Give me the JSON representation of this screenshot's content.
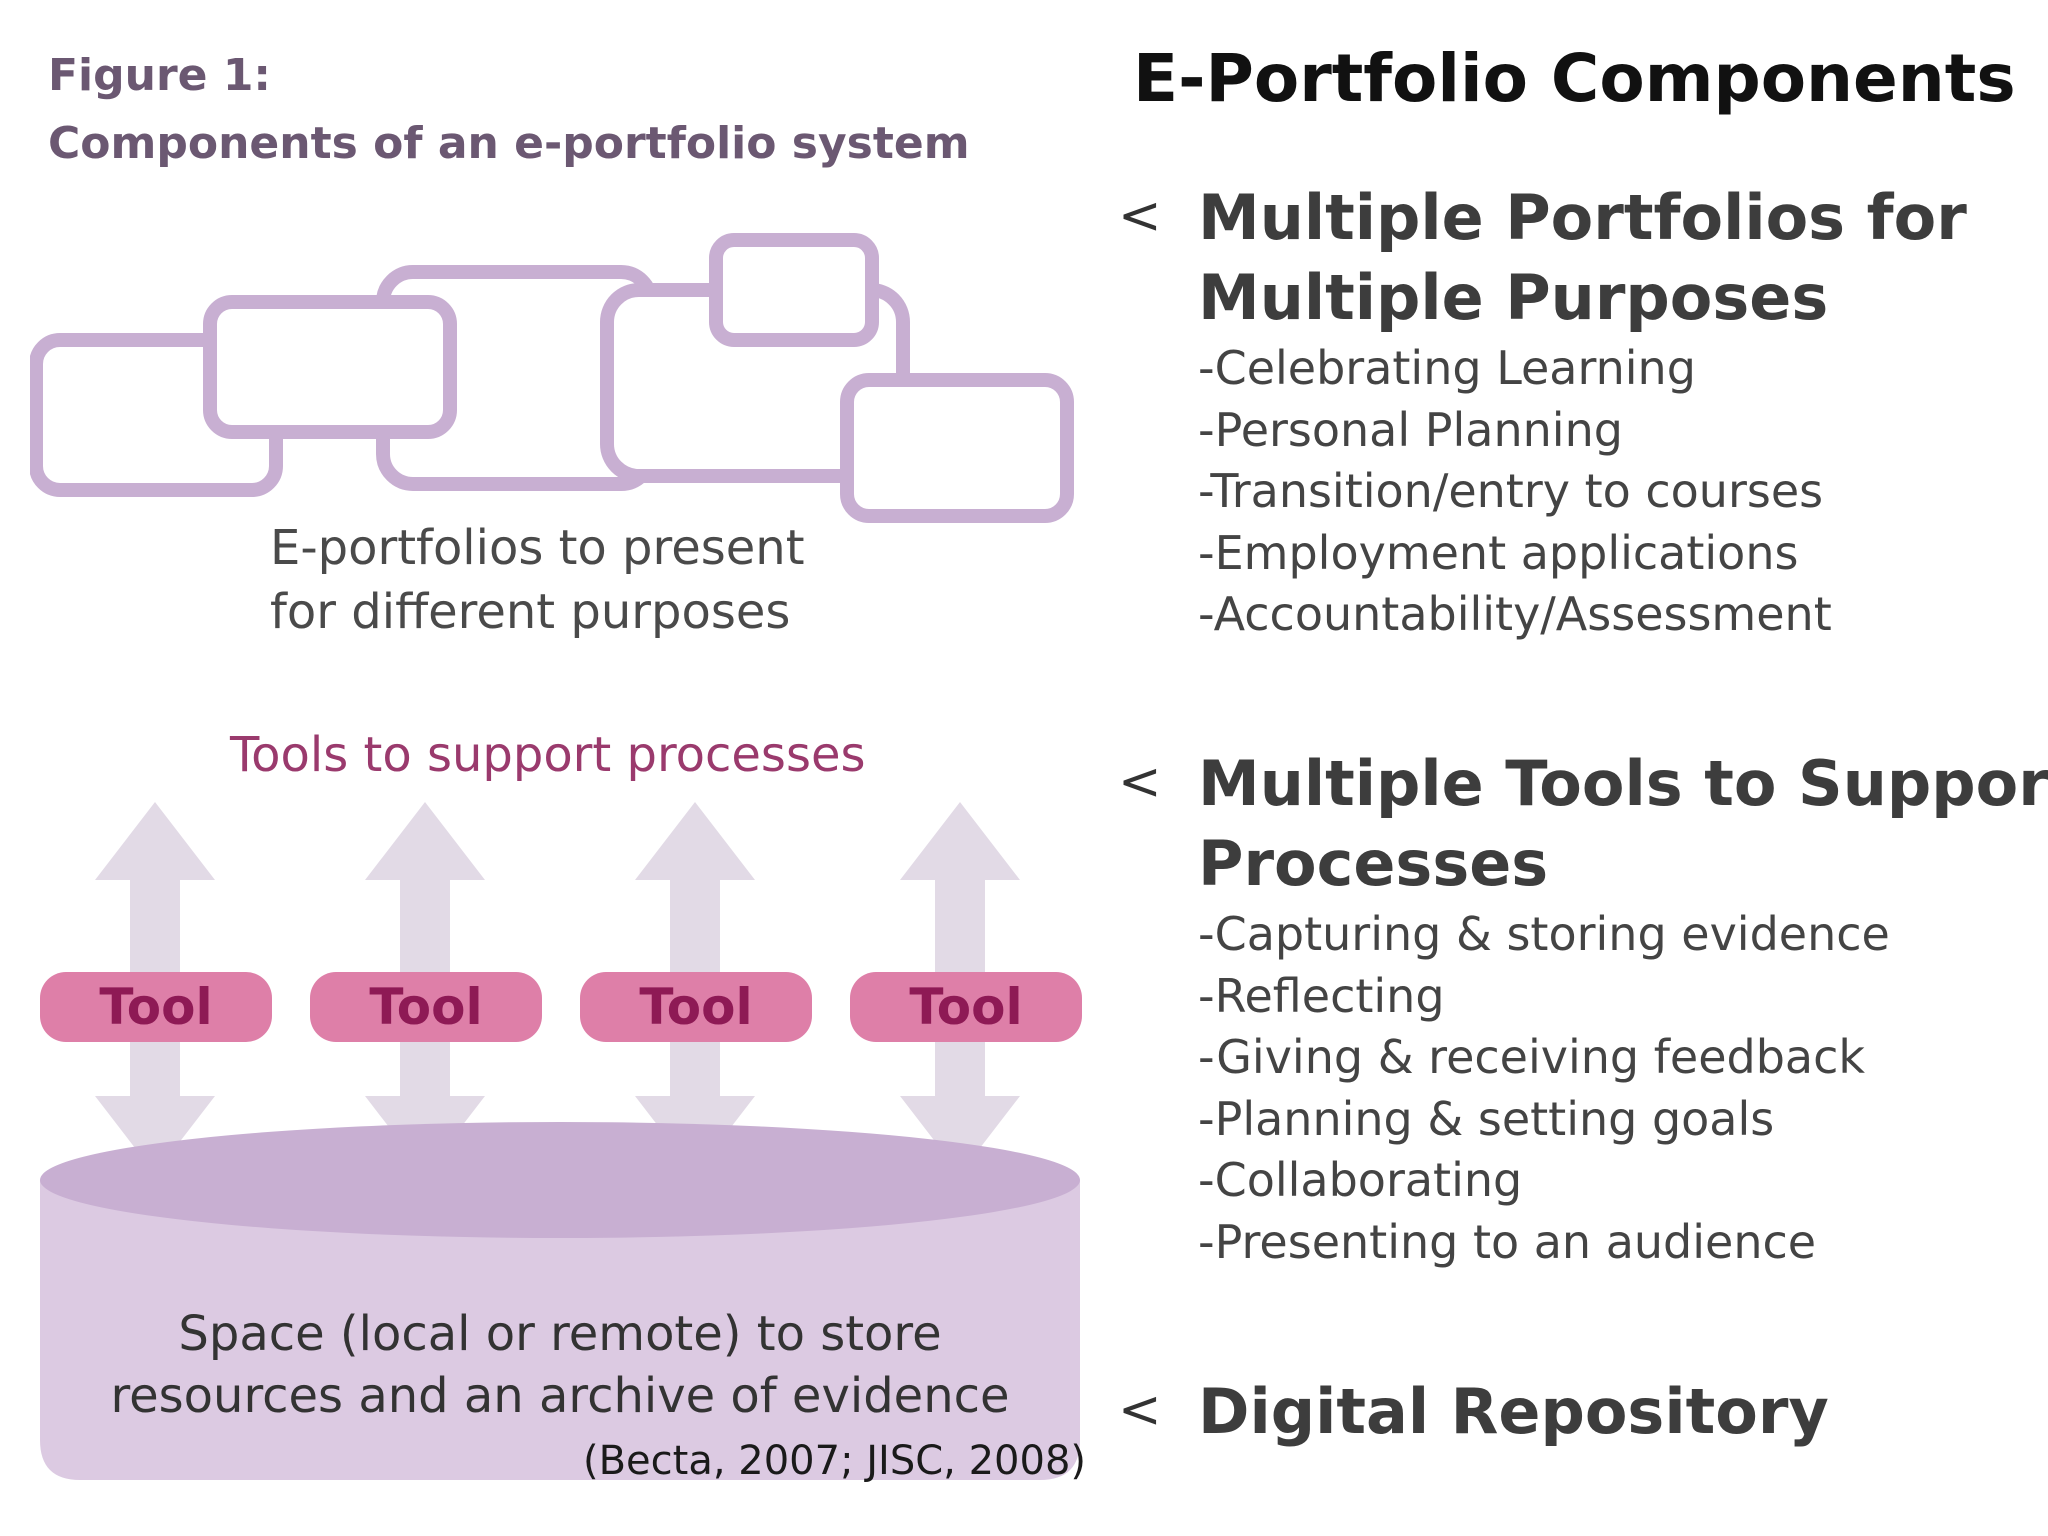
{
  "title": "E-Portfolio Components",
  "figure": {
    "caption_line1": "Figure 1:",
    "caption_line2": "Components of an e-portfolio system",
    "portfolios_label_line1": "E-portfolios to present",
    "portfolios_label_line2": "for different purposes",
    "tools_label": "Tools to support processes",
    "tools": [
      "Tool",
      "Tool",
      "Tool",
      "Tool"
    ],
    "storage_label_line1": "Space (local or remote) to store",
    "storage_label_line2": "resources and an archive of evidence",
    "colors": {
      "lavender": "#c8afd2",
      "light_purple": "#dccae2",
      "arrow": "#e2dae6",
      "tool_fill": "#de7fa8",
      "tool_text": "#8e1a55"
    }
  },
  "citation": "(Becta, 2007; JISC, 2008)",
  "sections": [
    {
      "bullet": "<",
      "heading": "Multiple Portfolios for Multiple Purposes",
      "items": [
        "-Celebrating Learning",
        "-Personal Planning",
        "-Transition/entry to courses",
        "-Employment applications",
        "-Accountability/Assessment"
      ]
    },
    {
      "bullet": "<",
      "heading": "Multiple Tools to Support Processes",
      "items": [
        "-Capturing & storing evidence",
        "-Reflecting",
        "-Giving & receiving feedback",
        "-Planning & setting goals",
        "-Collaborating",
        "-Presenting to an audience"
      ]
    },
    {
      "bullet": "<",
      "heading": "Digital Repository",
      "items": []
    }
  ]
}
